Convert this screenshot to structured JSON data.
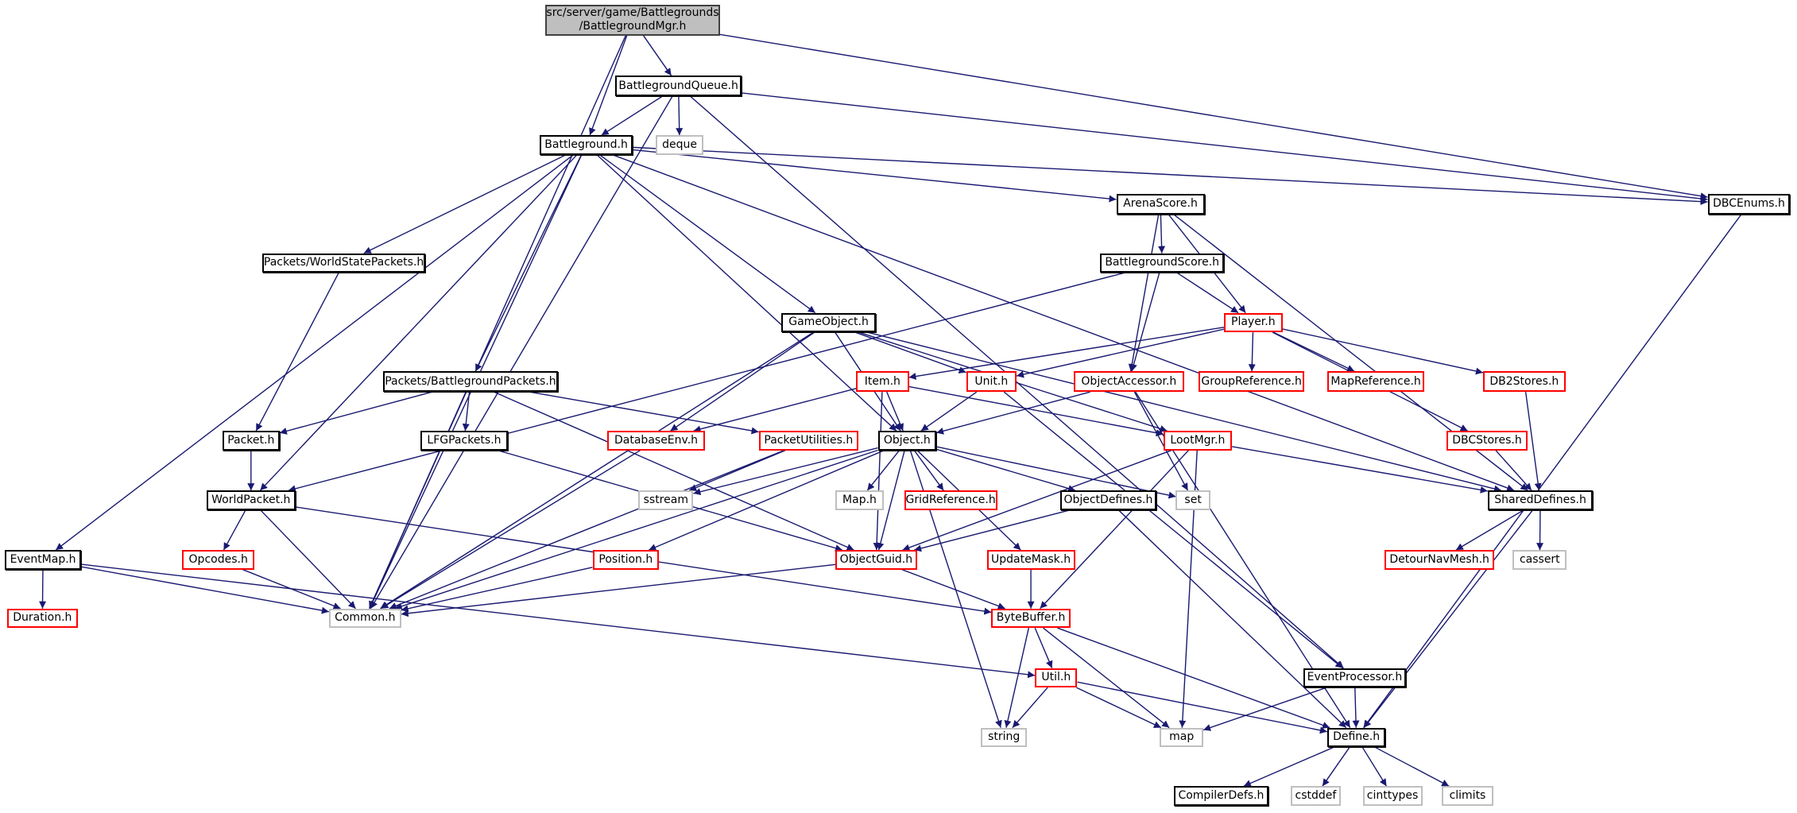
{
  "diagram": {
    "title": "src/server/game/Battlegrounds/BattlegroundMgr.h",
    "colors": {
      "edge": "#191970",
      "root_fill": "#bfbfbf",
      "missing_border": "#ff0000",
      "external_border": "#bfbfbf",
      "normal_border": "#000000"
    },
    "nodes": [
      {
        "id": "mgr",
        "label": "src/server/game/Battlegrounds\n/BattlegroundMgr.h",
        "kind": "root"
      },
      {
        "id": "queue",
        "label": "BattlegroundQueue.h",
        "kind": "norm"
      },
      {
        "id": "deque",
        "label": "deque",
        "kind": "ext"
      },
      {
        "id": "bg",
        "label": "Battleground.h",
        "kind": "norm"
      },
      {
        "id": "dbcenums",
        "label": "DBCEnums.h",
        "kind": "norm"
      },
      {
        "id": "arena",
        "label": "ArenaScore.h",
        "kind": "norm"
      },
      {
        "id": "wsp",
        "label": "Packets/WorldStatePackets.h",
        "kind": "norm"
      },
      {
        "id": "bgscore",
        "label": "BattlegroundScore.h",
        "kind": "norm"
      },
      {
        "id": "gameobj",
        "label": "GameObject.h",
        "kind": "norm"
      },
      {
        "id": "player",
        "label": "Player.h",
        "kind": "red"
      },
      {
        "id": "bgp",
        "label": "Packets/BattlegroundPackets.h",
        "kind": "norm"
      },
      {
        "id": "item",
        "label": "Item.h",
        "kind": "red"
      },
      {
        "id": "unit",
        "label": "Unit.h",
        "kind": "red"
      },
      {
        "id": "objacc",
        "label": "ObjectAccessor.h",
        "kind": "red"
      },
      {
        "id": "groupref",
        "label": "GroupReference.h",
        "kind": "red"
      },
      {
        "id": "mapref",
        "label": "MapReference.h",
        "kind": "red"
      },
      {
        "id": "db2",
        "label": "DB2Stores.h",
        "kind": "red"
      },
      {
        "id": "packet",
        "label": "Packet.h",
        "kind": "norm"
      },
      {
        "id": "lfg",
        "label": "LFGPackets.h",
        "kind": "norm"
      },
      {
        "id": "dbenv",
        "label": "DatabaseEnv.h",
        "kind": "red"
      },
      {
        "id": "putil",
        "label": "PacketUtilities.h",
        "kind": "red"
      },
      {
        "id": "object",
        "label": "Object.h",
        "kind": "norm"
      },
      {
        "id": "loot",
        "label": "LootMgr.h",
        "kind": "red"
      },
      {
        "id": "dbcstores",
        "label": "DBCStores.h",
        "kind": "red"
      },
      {
        "id": "worldpacket",
        "label": "WorldPacket.h",
        "kind": "norm"
      },
      {
        "id": "sstream",
        "label": "sstream",
        "kind": "ext"
      },
      {
        "id": "maph",
        "label": "Map.h",
        "kind": "ext"
      },
      {
        "id": "gridref",
        "label": "GridReference.h",
        "kind": "red"
      },
      {
        "id": "objdef",
        "label": "ObjectDefines.h",
        "kind": "norm"
      },
      {
        "id": "set",
        "label": "set",
        "kind": "ext"
      },
      {
        "id": "shared",
        "label": "SharedDefines.h",
        "kind": "norm"
      },
      {
        "id": "eventmap",
        "label": "EventMap.h",
        "kind": "norm"
      },
      {
        "id": "opcodes",
        "label": "Opcodes.h",
        "kind": "red"
      },
      {
        "id": "position",
        "label": "Position.h",
        "kind": "red"
      },
      {
        "id": "guid",
        "label": "ObjectGuid.h",
        "kind": "red"
      },
      {
        "id": "updmask",
        "label": "UpdateMask.h",
        "kind": "red"
      },
      {
        "id": "detour",
        "label": "DetourNavMesh.h",
        "kind": "red"
      },
      {
        "id": "cassert",
        "label": "cassert",
        "kind": "ext"
      },
      {
        "id": "duration",
        "label": "Duration.h",
        "kind": "red"
      },
      {
        "id": "common",
        "label": "Common.h",
        "kind": "ext"
      },
      {
        "id": "bytebuf",
        "label": "ByteBuffer.h",
        "kind": "red"
      },
      {
        "id": "util",
        "label": "Util.h",
        "kind": "red"
      },
      {
        "id": "evproc",
        "label": "EventProcessor.h",
        "kind": "norm"
      },
      {
        "id": "string",
        "label": "string",
        "kind": "ext"
      },
      {
        "id": "map",
        "label": "map",
        "kind": "ext"
      },
      {
        "id": "define",
        "label": "Define.h",
        "kind": "norm"
      },
      {
        "id": "compdefs",
        "label": "CompilerDefs.h",
        "kind": "norm"
      },
      {
        "id": "cstddef",
        "label": "cstddef",
        "kind": "ext"
      },
      {
        "id": "cinttypes",
        "label": "cinttypes",
        "kind": "ext"
      },
      {
        "id": "climits",
        "label": "climits",
        "kind": "ext"
      }
    ],
    "edges": [
      [
        "mgr",
        "queue"
      ],
      [
        "mgr",
        "bg"
      ],
      [
        "mgr",
        "dbcenums"
      ],
      [
        "mgr",
        "common"
      ],
      [
        "queue",
        "bg"
      ],
      [
        "queue",
        "deque"
      ],
      [
        "queue",
        "dbcenums"
      ],
      [
        "queue",
        "common"
      ],
      [
        "queue",
        "evproc"
      ],
      [
        "bg",
        "arena"
      ],
      [
        "bg",
        "dbcenums"
      ],
      [
        "bg",
        "wsp"
      ],
      [
        "bg",
        "gameobj"
      ],
      [
        "bg",
        "bgp"
      ],
      [
        "bg",
        "object"
      ],
      [
        "bg",
        "shared"
      ],
      [
        "bg",
        "worldpacket"
      ],
      [
        "bg",
        "eventmap"
      ],
      [
        "bg",
        "common"
      ],
      [
        "arena",
        "bgscore"
      ],
      [
        "arena",
        "player"
      ],
      [
        "arena",
        "objacc"
      ],
      [
        "arena",
        "shared"
      ],
      [
        "bgscore",
        "player"
      ],
      [
        "bgscore",
        "objacc"
      ],
      [
        "bgscore",
        "worldpacket"
      ],
      [
        "wsp",
        "packet"
      ],
      [
        "gameobj",
        "object"
      ],
      [
        "gameobj",
        "unit"
      ],
      [
        "gameobj",
        "loot"
      ],
      [
        "gameobj",
        "dbenv"
      ],
      [
        "gameobj",
        "common"
      ],
      [
        "gameobj",
        "shared"
      ],
      [
        "player",
        "item"
      ],
      [
        "player",
        "unit"
      ],
      [
        "player",
        "groupref"
      ],
      [
        "player",
        "mapref"
      ],
      [
        "player",
        "db2"
      ],
      [
        "player",
        "dbcstores"
      ],
      [
        "bgp",
        "packet"
      ],
      [
        "bgp",
        "lfg"
      ],
      [
        "bgp",
        "putil"
      ],
      [
        "bgp",
        "common"
      ],
      [
        "bgp",
        "guid"
      ],
      [
        "item",
        "object"
      ],
      [
        "item",
        "dbenv"
      ],
      [
        "item",
        "loot"
      ],
      [
        "item",
        "guid"
      ],
      [
        "unit",
        "object"
      ],
      [
        "unit",
        "evproc"
      ],
      [
        "objacc",
        "object"
      ],
      [
        "objacc",
        "set"
      ],
      [
        "objacc",
        "define"
      ],
      [
        "db2",
        "shared"
      ],
      [
        "dbcstores",
        "shared"
      ],
      [
        "packet",
        "worldpacket"
      ],
      [
        "lfg",
        "guid"
      ],
      [
        "dbenv",
        "common"
      ],
      [
        "putil",
        "sstream"
      ],
      [
        "putil",
        "common"
      ],
      [
        "object",
        "maph"
      ],
      [
        "object",
        "gridref"
      ],
      [
        "object",
        "objdef"
      ],
      [
        "object",
        "set"
      ],
      [
        "object",
        "sstream"
      ],
      [
        "object",
        "updmask"
      ],
      [
        "object",
        "position"
      ],
      [
        "object",
        "guid"
      ],
      [
        "object",
        "common"
      ],
      [
        "object",
        "string"
      ],
      [
        "loot",
        "shared"
      ],
      [
        "loot",
        "guid"
      ],
      [
        "loot",
        "bytebuf"
      ],
      [
        "loot",
        "map"
      ],
      [
        "worldpacket",
        "opcodes"
      ],
      [
        "worldpacket",
        "common"
      ],
      [
        "worldpacket",
        "bytebuf"
      ],
      [
        "objdef",
        "guid"
      ],
      [
        "objdef",
        "define"
      ],
      [
        "shared",
        "detour"
      ],
      [
        "shared",
        "cassert"
      ],
      [
        "shared",
        "define"
      ],
      [
        "eventmap",
        "duration"
      ],
      [
        "eventmap",
        "common"
      ],
      [
        "eventmap",
        "util"
      ],
      [
        "opcodes",
        "common"
      ],
      [
        "position",
        "common"
      ],
      [
        "guid",
        "bytebuf"
      ],
      [
        "guid",
        "common"
      ],
      [
        "updmask",
        "bytebuf"
      ],
      [
        "bytebuf",
        "util"
      ],
      [
        "bytebuf",
        "string"
      ],
      [
        "bytebuf",
        "map"
      ],
      [
        "bytebuf",
        "define"
      ],
      [
        "util",
        "string"
      ],
      [
        "util",
        "map"
      ],
      [
        "util",
        "define"
      ],
      [
        "evproc",
        "define"
      ],
      [
        "evproc",
        "map"
      ],
      [
        "dbcenums",
        "define"
      ],
      [
        "define",
        "compdefs"
      ],
      [
        "define",
        "cstddef"
      ],
      [
        "define",
        "cinttypes"
      ],
      [
        "define",
        "climits"
      ]
    ]
  }
}
